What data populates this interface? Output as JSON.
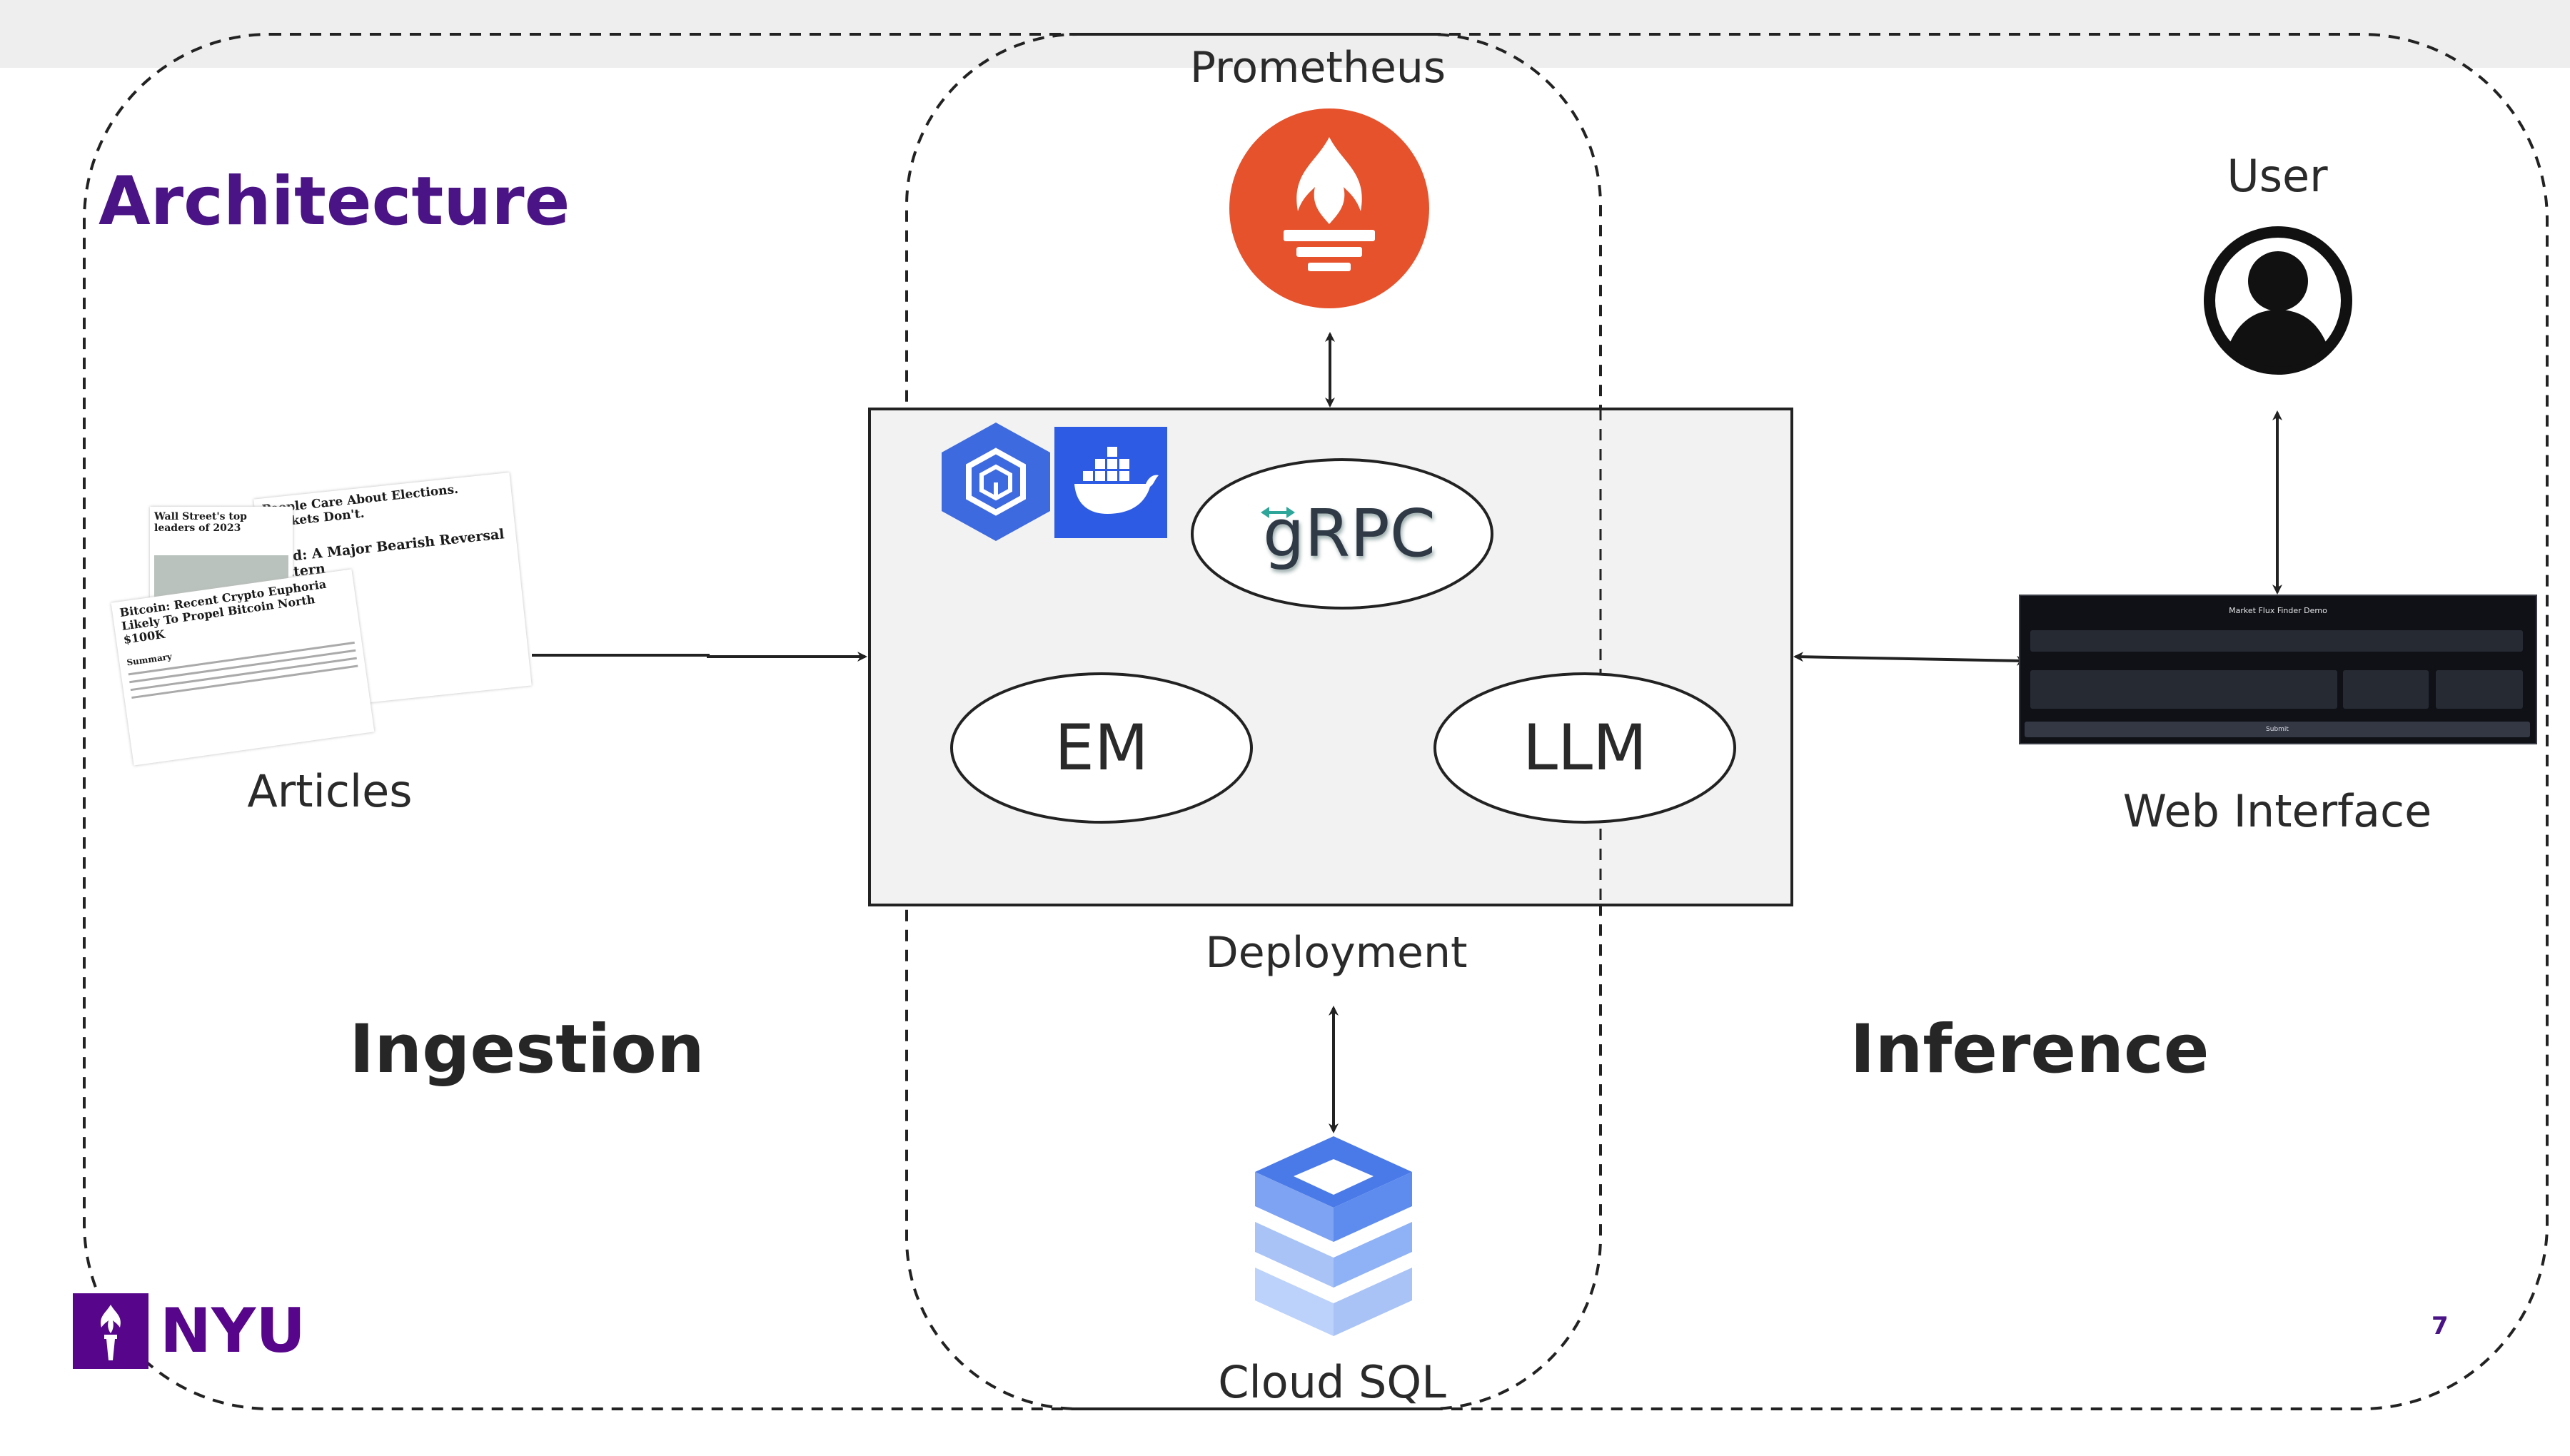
{
  "title": "Architecture",
  "labels": {
    "prometheus": "Prometheus",
    "user": "User",
    "articles": "Articles",
    "deployment": "Deployment",
    "web_interface": "Web Interface",
    "cloud_sql": "Cloud SQL",
    "ingestion": "Ingestion",
    "inference": "Inference",
    "grpc": "gRPC",
    "em": "EM",
    "llm": "LLM"
  },
  "logo": {
    "text": "NYU"
  },
  "page_number": "7",
  "articles_collage": {
    "headline_1": "People Care About Elections. Markets Don't.",
    "headline_2": "Wall Street's top leaders of 2023",
    "headline_3": "Gold: A Major Bearish Reversal Pattern",
    "headline_4": "Bitcoin: Recent Crypto Euphoria Likely To Propel Bitcoin North $100K",
    "summary_label": "Summary"
  },
  "web_ui": {
    "header": "Market Flux Finder Demo",
    "submit": "Submit"
  },
  "colors": {
    "title": "#4a1487",
    "nyu_purple": "#57068c",
    "prometheus": "#e6522c",
    "docker": "#2d5be3",
    "kubernetes": "#3e6ae0",
    "cloud_sql_dark": "#4a7ae8",
    "cloud_sql_light": "#a9c3f7",
    "deployment_box": "#f2f2f2"
  }
}
